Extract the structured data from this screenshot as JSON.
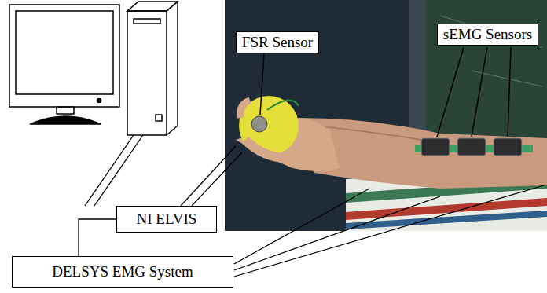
{
  "diagram": {
    "nodes": [
      {
        "text": [
          "FSR Sensor"
        ]
      },
      {
        "text": [
          "sEMG Sensors"
        ]
      },
      {
        "text": [
          "NI ELVIS"
        ]
      },
      {
        "text": [
          "DELSYS EMG System"
        ]
      }
    ],
    "edges": [
      {
        "from": 3,
        "to": 2,
        "arrow": "none"
      }
    ]
  }
}
